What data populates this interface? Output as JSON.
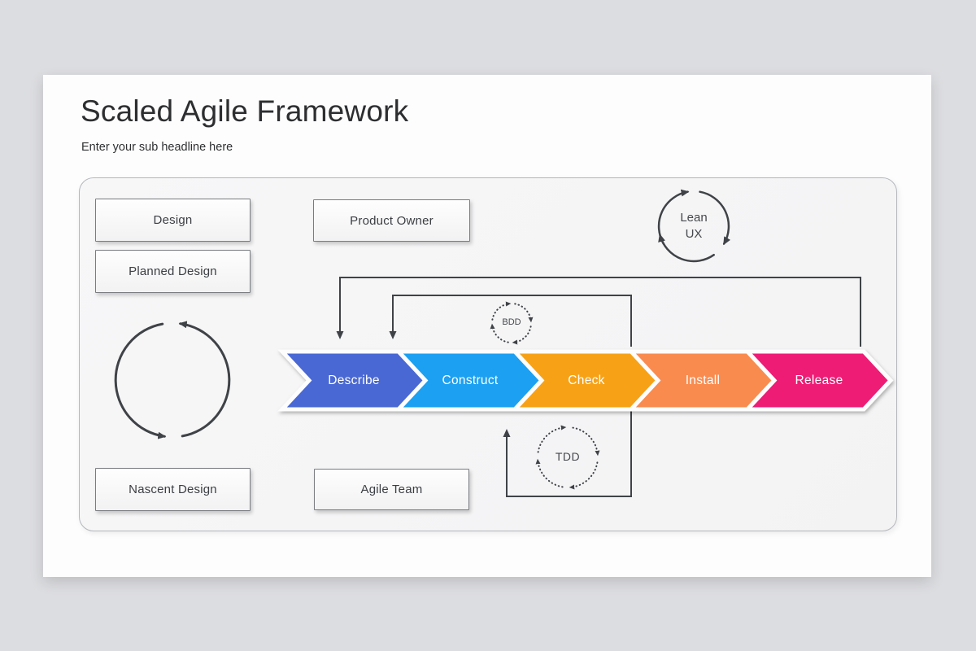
{
  "slide": {
    "title": "Scaled Agile Framework",
    "subtitle": "Enter your sub headline here"
  },
  "diagram": {
    "boxes": {
      "design": "Design",
      "planned_design": "Planned Design",
      "product_owner": "Product Owner",
      "nascent_design": "Nascent Design",
      "agile_team": "Agile Team"
    },
    "process_steps": [
      {
        "label": "Describe",
        "color": "#4a67d4"
      },
      {
        "label": "Construct",
        "color": "#1ba0f2"
      },
      {
        "label": "Check",
        "color": "#f7a219"
      },
      {
        "label": "Install",
        "color": "#f98b50"
      },
      {
        "label": "Release",
        "color": "#ee1d75"
      }
    ],
    "loops": {
      "lean_ux": "Lean UX",
      "bdd": "BDD",
      "tdd": "TDD"
    },
    "line_color": "#3f4347"
  }
}
